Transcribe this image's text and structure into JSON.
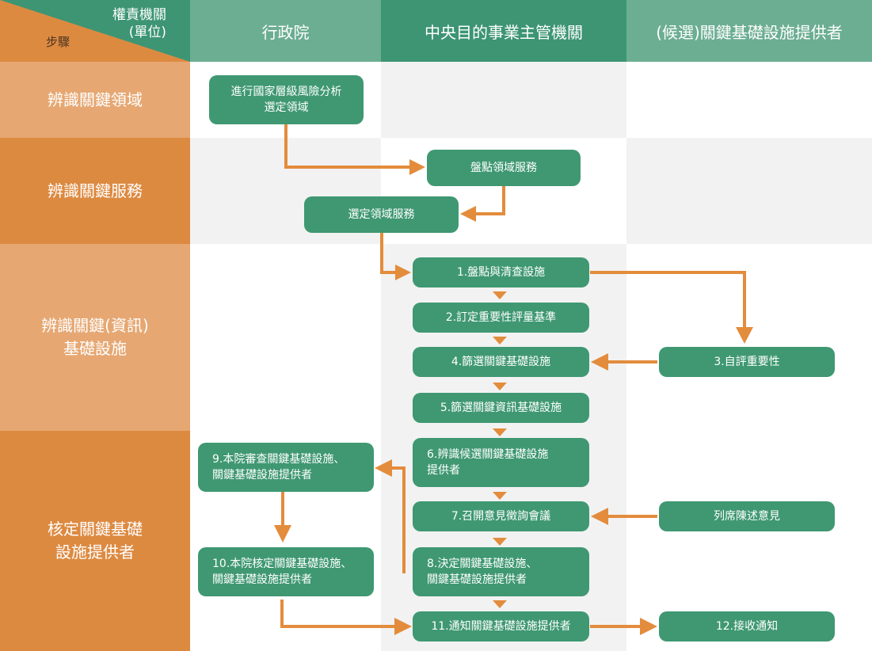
{
  "colors": {
    "header_green": "#3d9574",
    "header_light": "#6cae92",
    "step_light": "#e6a772",
    "step_dark": "#dd8a41",
    "node_green": "#3f9872",
    "arrow_orange": "#e38c3c",
    "cell_gray": "#f2f2f2"
  },
  "corner": {
    "authority": "權責機關\n(單位)",
    "steps": "步驟"
  },
  "columns": [
    "行政院",
    "中央目的事業主管機關",
    "(候選)關鍵基礎設施提供者"
  ],
  "steps": [
    "辨識關鍵領域",
    "辨識關鍵服務",
    "辨識關鍵(資訊)\n基礎設施",
    "核定關鍵基礎\n設施提供者"
  ],
  "nodes": {
    "n_domain": "進行國家層級風險分析\n選定領域",
    "n_inventory_service": "盤點領域服務",
    "n_select_service": "選定領域服務",
    "n1": "1.盤點與清查設施",
    "n2": "2.訂定重要性評量基準",
    "n3": "3.自評重要性",
    "n4": "4.篩選關鍵基礎設施",
    "n5": "5.篩選關鍵資訊基礎設施",
    "n6": "6.辨識候選關鍵基礎設施\n  提供者",
    "n7": "7.召開意見徵詢會議",
    "n_opinion": "列席陳述意見",
    "n8": "8.決定關鍵基礎設施、\n  關鍵基礎設施提供者",
    "n9": "9.本院審查關鍵基礎設施、\n  關鍵基礎設施提供者",
    "n10": "10.本院核定關鍵基礎設施、\n  關鍵基礎設施提供者",
    "n11": "11.通知關鍵基礎設施提供者",
    "n12": "12.接收通知"
  }
}
